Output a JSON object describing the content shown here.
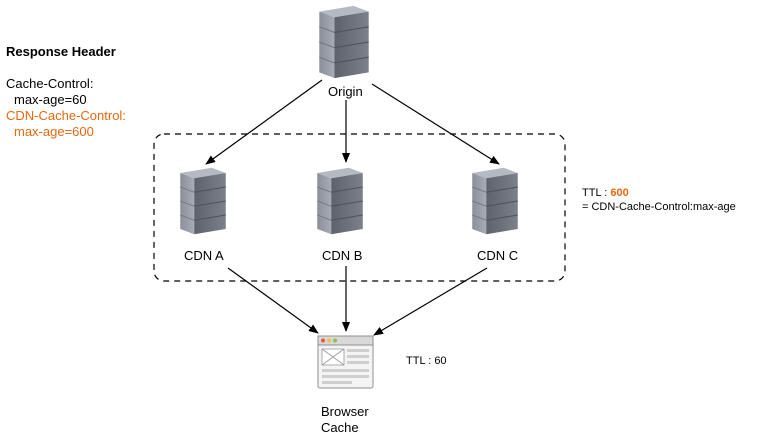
{
  "response_header": {
    "title": "Response Header",
    "cache_control_label": "Cache-Control:",
    "cache_control_value": "max-age=60",
    "cdn_cache_control_label": "CDN-Cache-Control:",
    "cdn_cache_control_value": "max-age=600"
  },
  "nodes": {
    "origin": "Origin",
    "cdn_a": "CDN A",
    "cdn_b": "CDN B",
    "cdn_c": "CDN C",
    "browser_line1": "Browser",
    "browser_line2": "Cache"
  },
  "cdn_ttl": {
    "prefix": "TTL : ",
    "value": "600",
    "note": "= CDN-Cache-Control:max-age"
  },
  "browser_ttl": "TTL : 60",
  "colors": {
    "accent": "#e8680f",
    "server_body": "#6f7480",
    "server_top": "#9aa0ab",
    "arrow": "#000000"
  }
}
